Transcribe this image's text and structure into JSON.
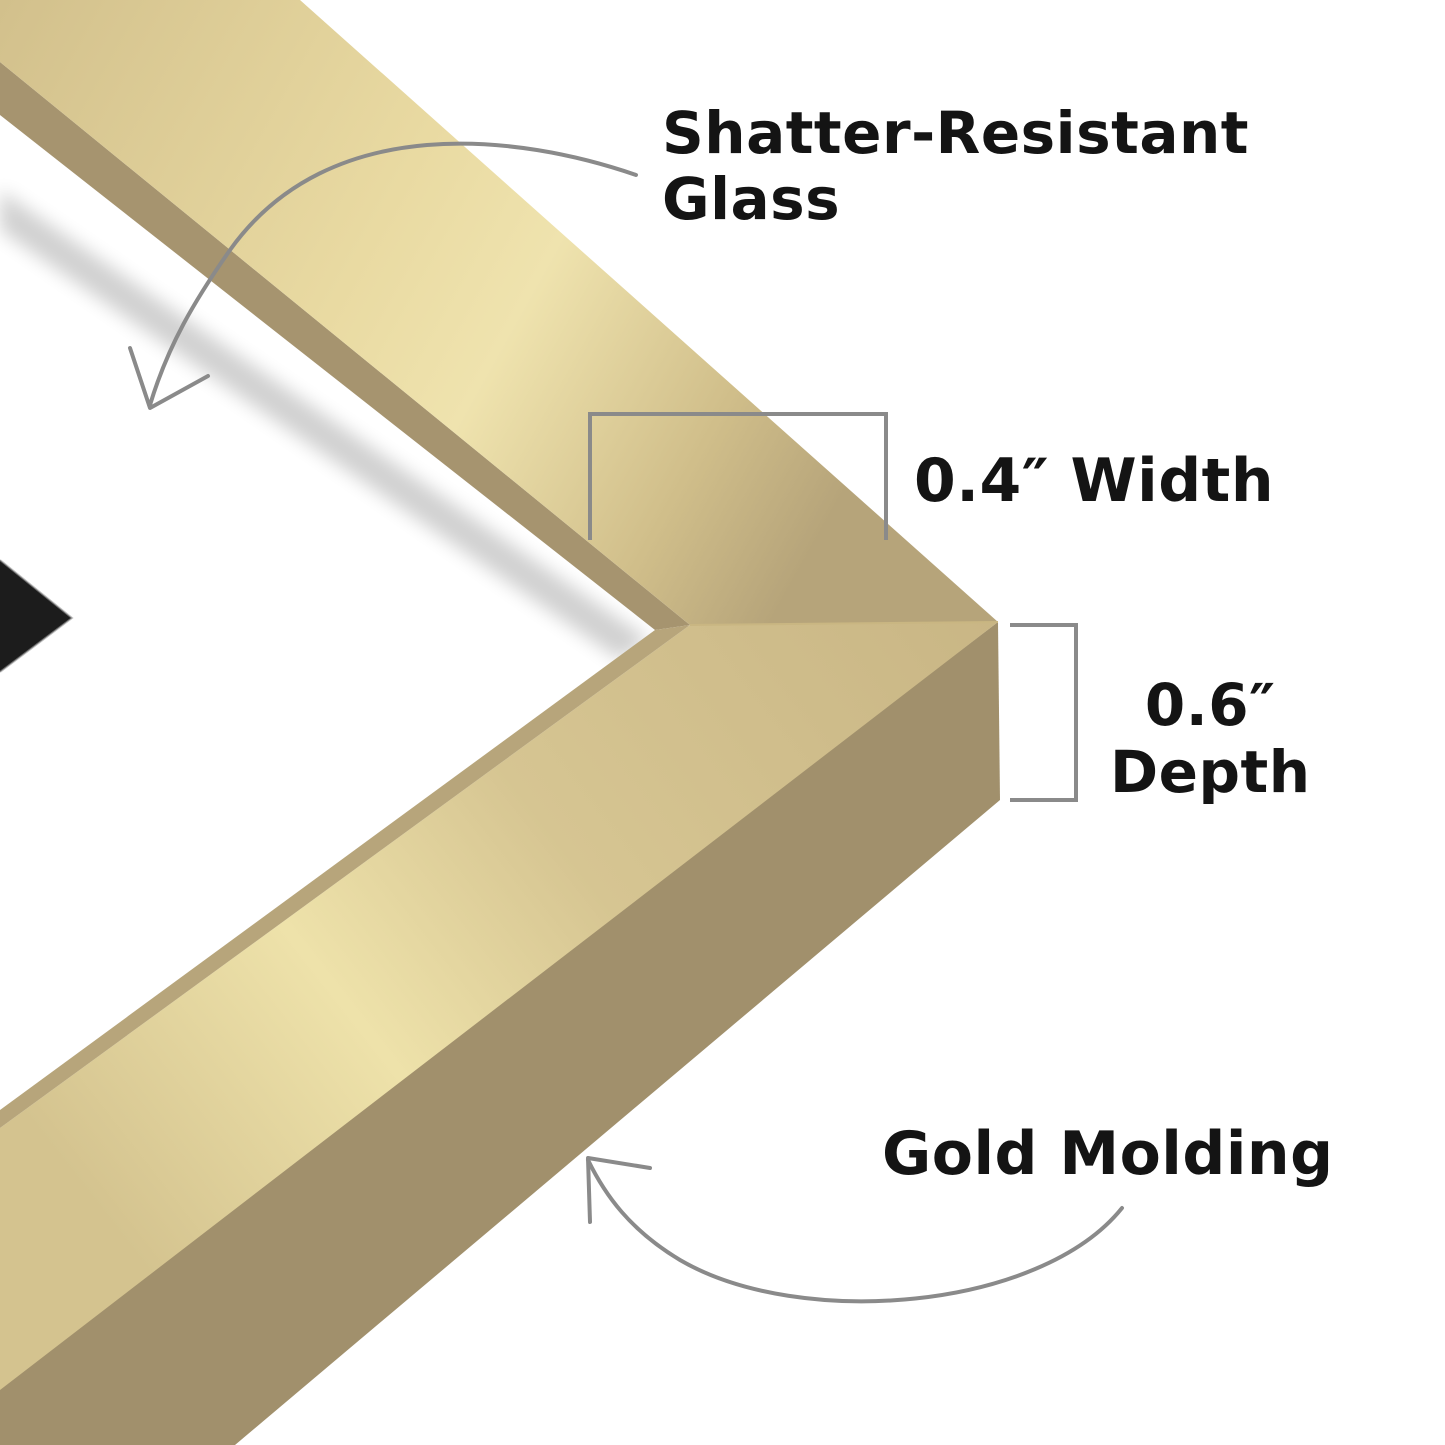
{
  "product": {
    "subject": "gold picture frame corner",
    "colors": {
      "frame_top_light": "#EFE3AE",
      "frame_top_mid": "#D2C08C",
      "frame_top_shadowed": "#B6A47A",
      "frame_side": "#A1906C",
      "frame_bevel": "#C8B583",
      "photo_mat": "#FFFFFF",
      "artwork_black": "#1C1C1C",
      "annotation_gray": "#8A8A8A",
      "text": "#141414"
    }
  },
  "annotations": {
    "glass": {
      "line1": "Shatter-Resistant",
      "line2": "Glass",
      "arrow": "curved-arrow-down-left"
    },
    "width": {
      "label": "0.4″ Width",
      "bracket": "width-bracket"
    },
    "depth": {
      "line1": "0.6″",
      "line2": "Depth",
      "bracket": "depth-bracket"
    },
    "molding": {
      "label": "Gold Molding",
      "arrow": "curved-arrow-up-left"
    }
  }
}
